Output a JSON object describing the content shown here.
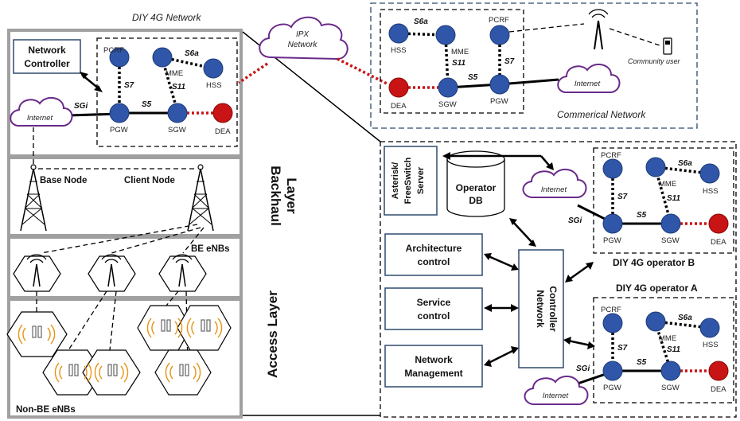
{
  "titles": {
    "diy_network": "DIY 4G Network",
    "ipx_line1": "IPX",
    "ipx_line2": "Network",
    "commercial": "Commerical Network",
    "backhaul_line1": "Backhaul",
    "backhaul_line2": "Layer",
    "access": "Access Layer",
    "operator_b": "DIY 4G operator B",
    "operator_a": "DIY 4G operator A",
    "community_user": "Community user"
  },
  "nodes": {
    "pcrf": "PCRF",
    "mme": "MME",
    "hss": "HSS",
    "pgw": "PGW",
    "sgw": "SGW",
    "dea": "DEA",
    "internet": "Internet"
  },
  "interfaces": {
    "s6a": "S6a",
    "s7": "S7",
    "s11": "S11",
    "s5": "S5",
    "sgi": "SGi"
  },
  "left": {
    "network_controller_line1": "Network",
    "network_controller_line2": "Controller",
    "base_node": "Base Node",
    "client_node": "Client Node",
    "be_enbs": "BE eNBs",
    "non_be_enbs": "Non-BE eNBs"
  },
  "right": {
    "server_line1": "Asterisk/",
    "server_line2": "FreeSwitch",
    "server_line3": "Server",
    "db_line1": "Operator",
    "db_line2": "DB",
    "arch_line1": "Architecture",
    "arch_line2": "control",
    "service_line1": "Service",
    "service_line2": "control",
    "mgmt_line1": "Network",
    "mgmt_line2": "Management",
    "nc_line1": "Network",
    "nc_line2": "Controller"
  },
  "colors": {
    "node_blue": "#2f56a8",
    "dea_red": "#c81414",
    "cloud_purple": "#6a2a8a",
    "frame_gray": "#a0a0a0"
  }
}
